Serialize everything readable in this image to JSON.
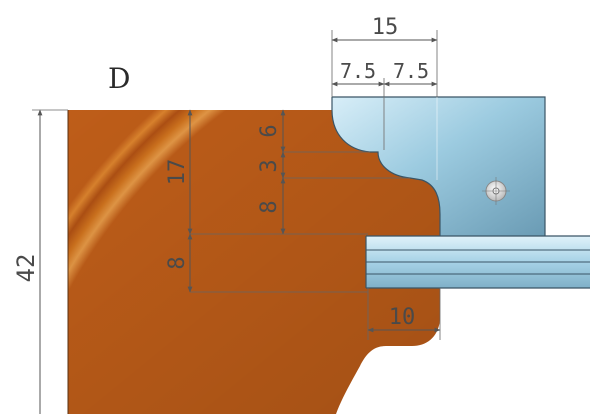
{
  "profile": {
    "label": "D"
  },
  "dimensions": {
    "cutter_width": "15",
    "cutter_step_left": "7.5",
    "cutter_step_right": "7.5",
    "overall_height": "42",
    "upper_group": "17",
    "step_6": "6",
    "step_3": "3",
    "step_8_upper": "8",
    "step_8_lower": "8",
    "bottom_width": "10"
  },
  "colors": {
    "wood_base": "#c8621a",
    "wood_light": "#f2a24a",
    "wood_dark": "#8a3a0c",
    "steel_light": "#c6e4f2",
    "steel_mid": "#8cc0d8",
    "steel_dark": "#5e90aa",
    "line": "#555555"
  }
}
